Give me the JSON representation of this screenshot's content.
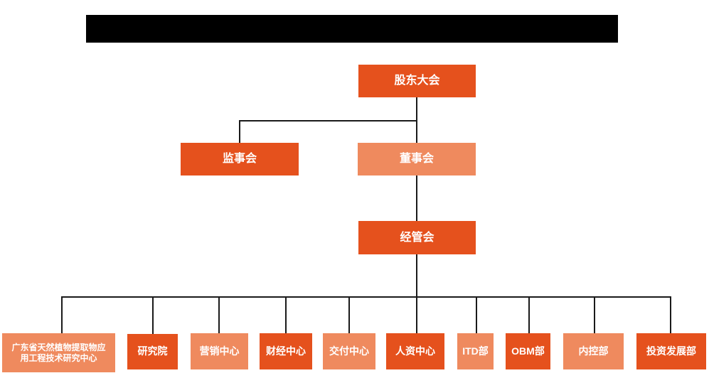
{
  "meta": {
    "description": "Company organizational structure chart",
    "redacted_title_present": true
  },
  "colors": {
    "primary": "#e5511d",
    "secondary": "#ef8a5e",
    "line": "#1a1a1a",
    "redacted": "#000000",
    "text_on_box": "#ffffff",
    "background": "#ffffff"
  },
  "org": {
    "top": {
      "label": "股东大会",
      "variant": "dark"
    },
    "level2": [
      {
        "label": "监事会",
        "variant": "dark"
      },
      {
        "label": "董事会",
        "variant": "light"
      }
    ],
    "level3": {
      "label": "经管会",
      "variant": "dark"
    },
    "departments": [
      {
        "label": "广东省天然植物提取物应\n用工程技术研究中心",
        "variant": "light"
      },
      {
        "label": "研究院",
        "variant": "dark"
      },
      {
        "label": "营销中心",
        "variant": "light"
      },
      {
        "label": "财经中心",
        "variant": "dark"
      },
      {
        "label": "交付中心",
        "variant": "light"
      },
      {
        "label": "人资中心",
        "variant": "dark"
      },
      {
        "label": "ITD部",
        "variant": "light"
      },
      {
        "label": "OBM部",
        "variant": "dark"
      },
      {
        "label": "内控部",
        "variant": "light"
      },
      {
        "label": "投资发展部",
        "variant": "dark"
      }
    ]
  }
}
